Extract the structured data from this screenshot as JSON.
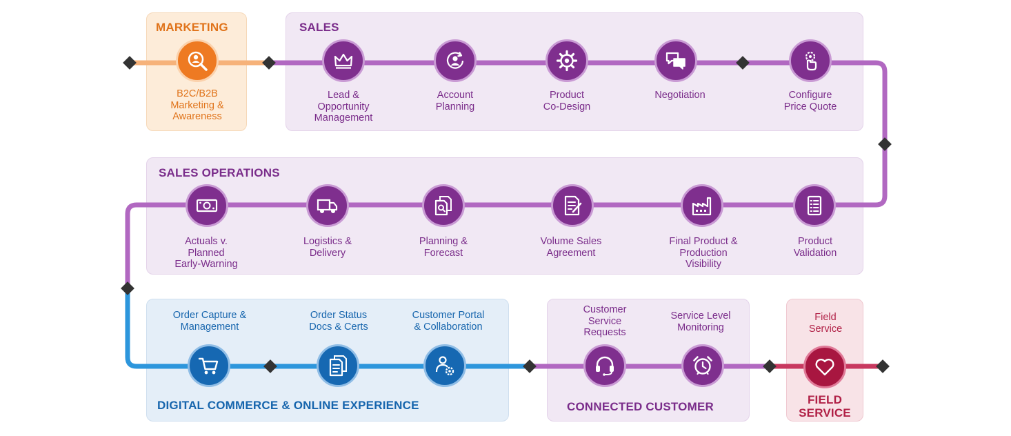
{
  "sections": {
    "marketing": {
      "title": "MARKETING"
    },
    "sales": {
      "title": "SALES"
    },
    "sales_operations": {
      "title": "SALES OPERATIONS"
    },
    "digital_commerce": {
      "title": "DIGITAL COMMERCE & ONLINE EXPERIENCE"
    },
    "connected_customer": {
      "title": "CONNECTED CUSTOMER"
    },
    "field_service": {
      "title": "FIELD\nSERVICE"
    }
  },
  "steps": {
    "marketing_awareness": {
      "label": "B2C/B2B\nMarketing &\nAwareness",
      "icon": "magnifier-person-icon"
    },
    "lead_opportunity": {
      "label": "Lead &\nOpportunity\nManagement",
      "icon": "crown-icon"
    },
    "account_planning": {
      "label": "Account\nPlanning",
      "icon": "user-cycle-icon"
    },
    "product_codesign": {
      "label": "Product\nCo-Design",
      "icon": "gear-icon"
    },
    "negotiation": {
      "label": "Negotiation",
      "icon": "chat-bubbles-icon"
    },
    "configure_price_quote": {
      "label": "Configure\nPrice Quote",
      "icon": "hand-gear-icon"
    },
    "product_validation": {
      "label": "Product\nValidation",
      "icon": "checklist-icon"
    },
    "final_product_visibility": {
      "label": "Final Product &\nProduction\nVisibility",
      "icon": "factory-icon"
    },
    "volume_sales_agreement": {
      "label": "Volume Sales\nAgreement",
      "icon": "contract-icon"
    },
    "planning_forecast": {
      "label": "Planning &\nForecast",
      "icon": "documents-icon"
    },
    "logistics_delivery": {
      "label": "Logistics &\nDelivery",
      "icon": "truck-icon"
    },
    "actuals_vs_planned": {
      "label": "Actuals v.\nPlanned\nEarly-Warning",
      "icon": "cash-icon"
    },
    "order_capture": {
      "label": "Order Capture &\nManagement",
      "icon": "cart-icon"
    },
    "order_status_docs": {
      "label": "Order Status\nDocs & Certs",
      "icon": "document-icon"
    },
    "customer_portal": {
      "label": "Customer Portal\n& Collaboration",
      "icon": "user-gear-icon"
    },
    "customer_service_requests": {
      "label": "Customer\nService\nRequests",
      "icon": "headset-icon"
    },
    "service_level_monitoring": {
      "label": "Service Level\nMonitoring",
      "icon": "alarm-clock-icon"
    },
    "field_service_step": {
      "label": "Field\nService",
      "icon": "heart-icon"
    }
  },
  "colors": {
    "marketing": "#ee7a22",
    "sales": "#7f2f8e",
    "sales_line": "#b168c1",
    "digital": "#1668b2",
    "digital_line": "#2d96dc",
    "field_service": "#a81640",
    "connector": "#333333"
  }
}
